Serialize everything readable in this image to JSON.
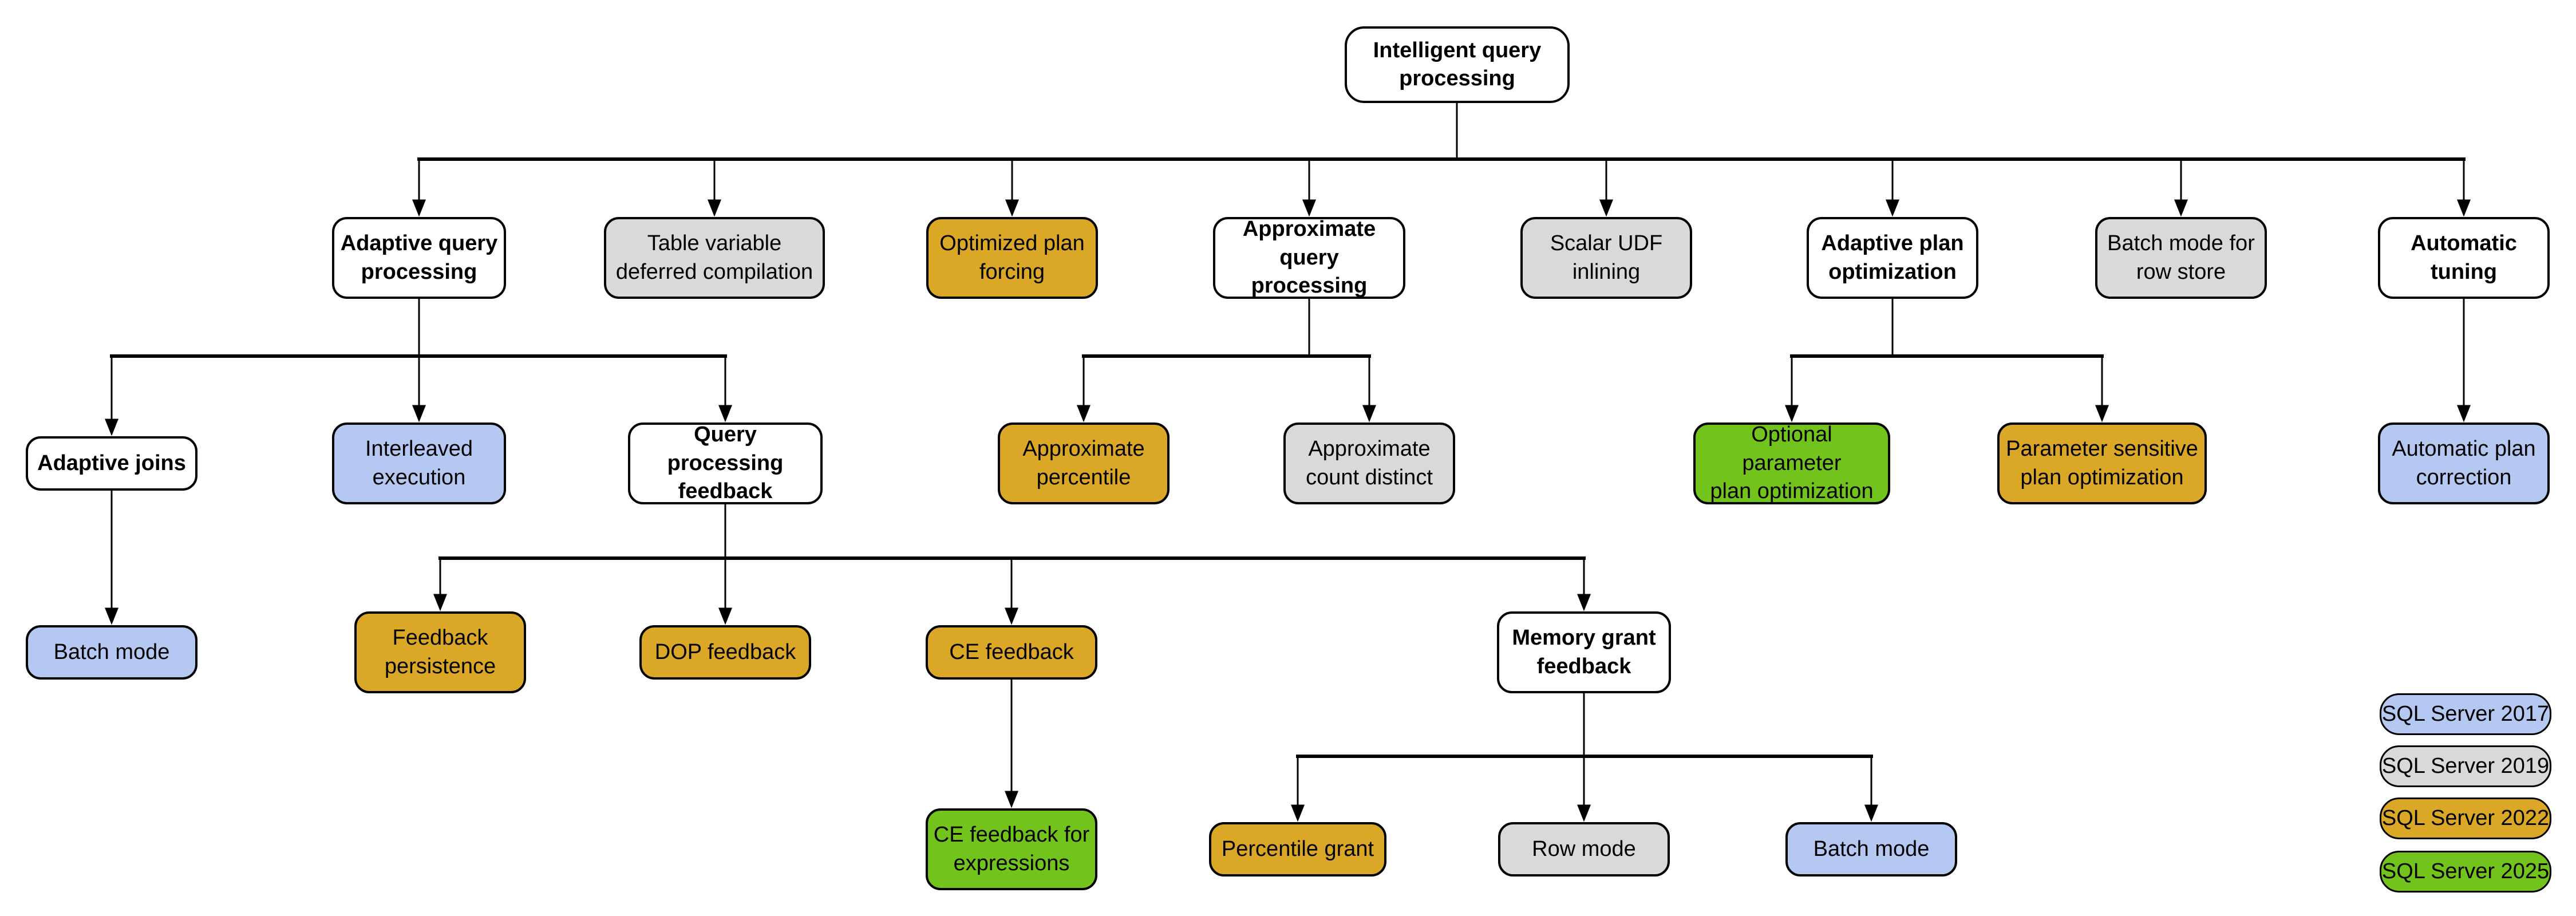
{
  "diagram_title": "Intelligent query processing",
  "colors": {
    "sql2017_blue": "#b5c8f2",
    "sql2019_gray": "#d9d9d9",
    "sql2022_gold": "#dba727",
    "sql2025_green": "#72c41c",
    "category_white": "#ffffff",
    "line_black": "#000000"
  },
  "nodes": [
    {
      "id": "intelligent-query-processing",
      "label": "Intelligent query\nprocessing",
      "variant": "white"
    },
    {
      "id": "adaptive-query-processing",
      "label": "Adaptive query\nprocessing",
      "variant": "white"
    },
    {
      "id": "table-variable-deferred-compilation",
      "label": "Table variable\ndeferred compilation",
      "variant": "gray"
    },
    {
      "id": "optimized-plan-forcing",
      "label": "Optimized plan\nforcing",
      "variant": "gold"
    },
    {
      "id": "approximate-query-processing",
      "label": "Approximate\nquery processing",
      "variant": "white"
    },
    {
      "id": "scalar-udf-inlining",
      "label": "Scalar UDF\ninlining",
      "variant": "gray"
    },
    {
      "id": "adaptive-plan-optimization",
      "label": "Adaptive plan\noptimization",
      "variant": "white"
    },
    {
      "id": "batch-mode-for-row-store",
      "label": "Batch mode for\nrow store",
      "variant": "gray"
    },
    {
      "id": "automatic-tuning",
      "label": "Automatic\ntuning",
      "variant": "white"
    },
    {
      "id": "adaptive-joins",
      "label": "Adaptive joins",
      "variant": "white"
    },
    {
      "id": "interleaved-execution",
      "label": "Interleaved\nexecution",
      "variant": "blue"
    },
    {
      "id": "query-processing-feedback",
      "label": "Query processing\nfeedback",
      "variant": "white"
    },
    {
      "id": "approximate-percentile",
      "label": "Approximate\npercentile",
      "variant": "gold"
    },
    {
      "id": "approximate-count-distinct",
      "label": "Approximate\ncount distinct",
      "variant": "gray"
    },
    {
      "id": "optional-parameter-plan-optimization",
      "label": "Optional parameter\nplan optimization",
      "variant": "green"
    },
    {
      "id": "parameter-sensitive-plan-optimization",
      "label": "Parameter sensitive\nplan optimization",
      "variant": "gold"
    },
    {
      "id": "automatic-plan-correction",
      "label": "Automatic plan\ncorrection",
      "variant": "blue"
    },
    {
      "id": "batch-mode-adaptive-joins",
      "label": "Batch mode",
      "variant": "blue"
    },
    {
      "id": "feedback-persistence",
      "label": "Feedback\npersistence",
      "variant": "gold"
    },
    {
      "id": "dop-feedback",
      "label": "DOP feedback",
      "variant": "gold"
    },
    {
      "id": "ce-feedback",
      "label": "CE feedback",
      "variant": "gold"
    },
    {
      "id": "memory-grant-feedback",
      "label": "Memory grant\nfeedback",
      "variant": "white"
    },
    {
      "id": "ce-feedback-for-expressions",
      "label": "CE feedback for\nexpressions",
      "variant": "green"
    },
    {
      "id": "percentile-grant",
      "label": "Percentile grant",
      "variant": "gold"
    },
    {
      "id": "row-mode",
      "label": "Row mode",
      "variant": "gray"
    },
    {
      "id": "batch-mode-memory-grant",
      "label": "Batch mode",
      "variant": "blue"
    }
  ],
  "legend": {
    "items": [
      {
        "label": "SQL Server 2017",
        "color": "#b5c8f2"
      },
      {
        "label": "SQL Server 2019",
        "color": "#d9d9d9"
      },
      {
        "label": "SQL Server 2022",
        "color": "#dba727"
      },
      {
        "label": "SQL Server 2025",
        "color": "#72c41c"
      }
    ]
  }
}
